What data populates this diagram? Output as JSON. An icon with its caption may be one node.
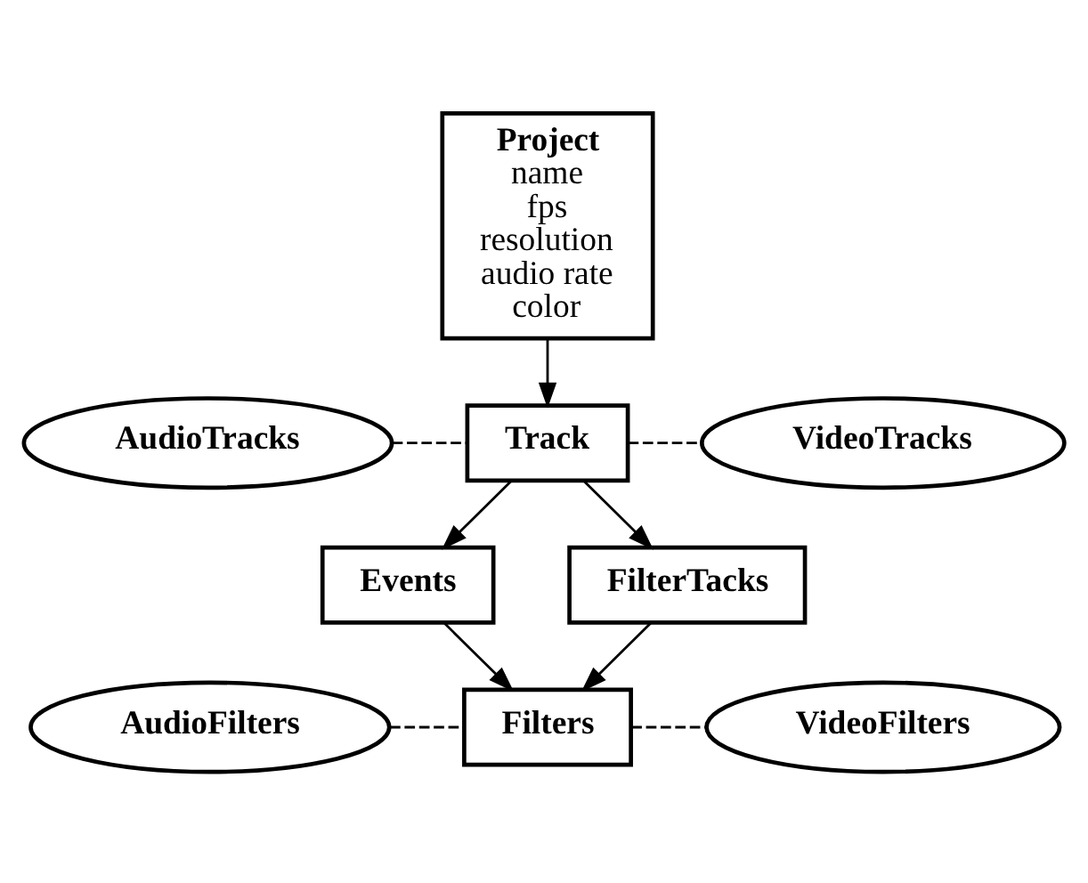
{
  "diagram": {
    "nodes": [
      {
        "text": [
          "Project",
          "name",
          "fps",
          "resolution",
          "audio rate",
          "color"
        ]
      },
      {
        "text": [
          "AudioTracks"
        ]
      },
      {
        "text": [
          "Track"
        ]
      },
      {
        "text": [
          "VideoTracks"
        ]
      },
      {
        "text": [
          "Events"
        ]
      },
      {
        "text": [
          "FilterTacks"
        ]
      },
      {
        "text": [
          "AudioFilters"
        ]
      },
      {
        "text": [
          "Filters"
        ]
      },
      {
        "text": [
          "VideoFilters"
        ]
      }
    ],
    "edges": [
      {
        "from": 0,
        "to": 2,
        "arrow": "to"
      },
      {
        "from": 1,
        "to": 2,
        "arrow": "none",
        "style": "dashed"
      },
      {
        "from": 2,
        "to": 3,
        "arrow": "none",
        "style": "dashed"
      },
      {
        "from": 2,
        "to": 4,
        "arrow": "to"
      },
      {
        "from": 2,
        "to": 5,
        "arrow": "to"
      },
      {
        "from": 4,
        "to": 7,
        "arrow": "to"
      },
      {
        "from": 5,
        "to": 7,
        "arrow": "to"
      },
      {
        "from": 6,
        "to": 7,
        "arrow": "none",
        "style": "dashed"
      },
      {
        "from": 7,
        "to": 8,
        "arrow": "none",
        "style": "dashed"
      }
    ]
  }
}
